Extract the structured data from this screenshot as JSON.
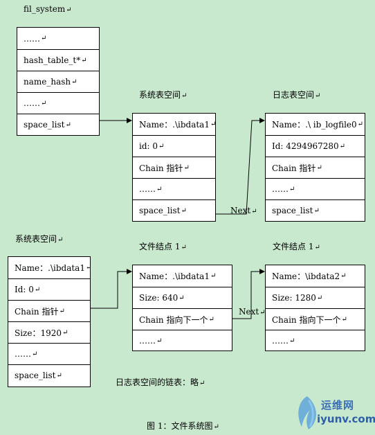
{
  "title_top": "fil_system",
  "fil_system_box": [
    "……",
    "hash_table_t*",
    "name_hash",
    "……",
    "space_list"
  ],
  "sys_space_label_1": "系统表空间",
  "sys_space_box_1": [
    "Name：.\\ibdata1",
    "id:    0",
    "Chain 指针",
    "……",
    "space_list"
  ],
  "log_space_label": "日志表空间",
  "log_space_box": [
    "Name：.\\ ib_logfile0",
    "Id:    4294967280",
    "Chain 指针",
    "……",
    "space_list"
  ],
  "next_label_1": "Next",
  "sys_space_label_2": "系统表空间",
  "sys_space_box_2": [
    "Name：.\\ibdata1",
    "Id:    0",
    "Chain 指针",
    "Size：1920",
    "……",
    "space_list"
  ],
  "file_node_label_1": "文件结点 1",
  "file_node_box_1": [
    "Name：.\\ibdata1",
    "Size:    640",
    "Chain 指向下一个",
    "……"
  ],
  "file_node_label_2": "文件结点 1",
  "file_node_box_2": [
    "Name：\\ibdata2",
    "Size:    1280",
    "Chain 指向下一个",
    "……"
  ],
  "next_label_2": "Next",
  "log_chain_note": "日志表空间的链表：略",
  "caption": "图 1：文件系统图",
  "logo": {
    "cn": "运维网",
    "en": "iyunv.com"
  }
}
